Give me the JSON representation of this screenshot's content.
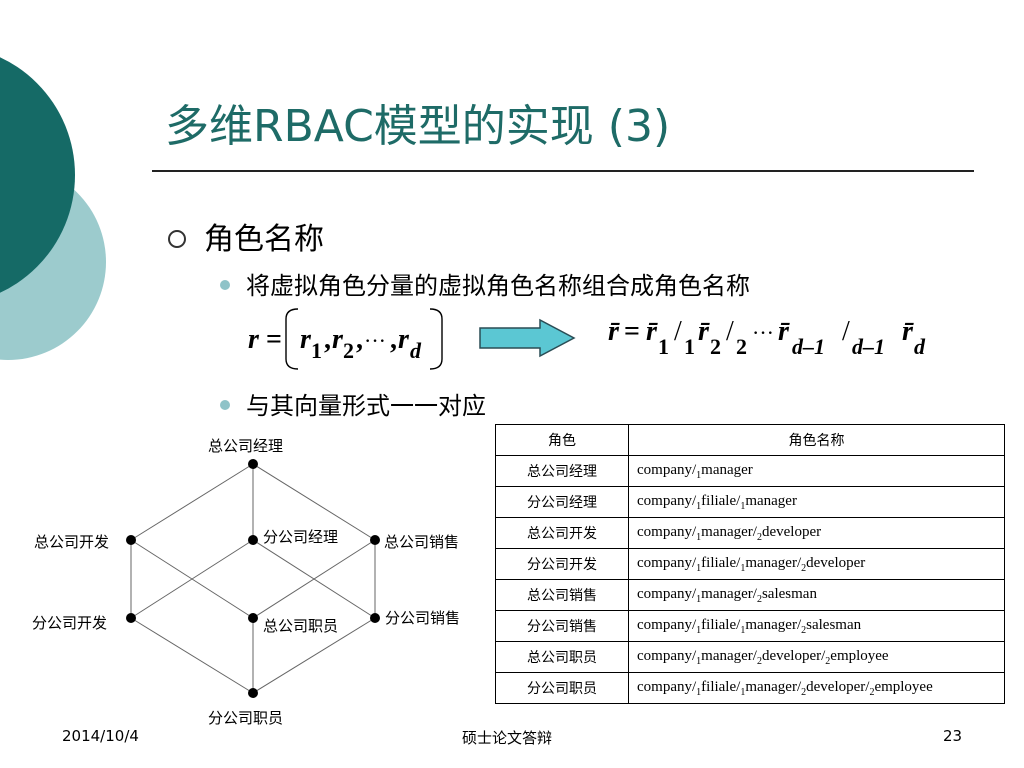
{
  "title": "多维RBAC模型的实现 (3)",
  "bullet_level1": "角色名称",
  "bullet_level2": [
    "将虚拟角色分量的虚拟角色名称组合成角色名称",
    "与其向量形式一一对应"
  ],
  "formula_left": {
    "lhs": "r",
    "eq": "=",
    "components": [
      {
        "base": "r",
        "sub": "1"
      },
      {
        "base": "r",
        "sub": "2"
      },
      {
        "base": "r",
        "sub": "d"
      }
    ],
    "ellipsis": "···"
  },
  "formula_right": {
    "lhs": "r̄",
    "eq": "=",
    "terms": [
      {
        "base": "r̄",
        "sub": "1"
      },
      {
        "base": "r̄",
        "sub": "2"
      },
      {
        "base": "r̄",
        "sub": "d–1"
      },
      {
        "base": "r̄",
        "sub": "d"
      }
    ],
    "separators": [
      {
        "sep": "/",
        "sub": "1"
      },
      {
        "sep": "/",
        "sub": "2"
      },
      {
        "sep": "/",
        "sub": "d–1"
      }
    ],
    "ellipsis": "···"
  },
  "lattice": {
    "nodes": {
      "top": "总公司经理",
      "upper_left": "总公司开发",
      "center_upper": "分公司经理",
      "upper_right": "总公司销售",
      "lower_left": "分公司开发",
      "center_lower": "总公司职员",
      "lower_right": "分公司销售",
      "bottom": "分公司职员"
    }
  },
  "table": {
    "headers": [
      "角色",
      "角色名称"
    ],
    "rows": [
      {
        "role": "总公司经理",
        "name": [
          [
            "company/",
            ""
          ],
          [
            "1",
            "sub"
          ],
          [
            "manager",
            ""
          ]
        ]
      },
      {
        "role": "分公司经理",
        "name": [
          [
            "company/",
            ""
          ],
          [
            "1",
            "sub"
          ],
          [
            "filiale/",
            ""
          ],
          [
            "1",
            "sub"
          ],
          [
            "manager",
            ""
          ]
        ]
      },
      {
        "role": "总公司开发",
        "name": [
          [
            "company/",
            ""
          ],
          [
            "1",
            "sub"
          ],
          [
            "manager/",
            ""
          ],
          [
            "2",
            "sub"
          ],
          [
            "developer",
            ""
          ]
        ]
      },
      {
        "role": "分公司开发",
        "name": [
          [
            "company/",
            ""
          ],
          [
            "1",
            "sub"
          ],
          [
            "filiale/",
            ""
          ],
          [
            "1",
            "sub"
          ],
          [
            "manager/",
            ""
          ],
          [
            "2",
            "sub"
          ],
          [
            "developer",
            ""
          ]
        ]
      },
      {
        "role": "总公司销售",
        "name": [
          [
            "company/",
            ""
          ],
          [
            "1",
            "sub"
          ],
          [
            "manager/",
            ""
          ],
          [
            "2",
            "sub"
          ],
          [
            "salesman",
            ""
          ]
        ]
      },
      {
        "role": "分公司销售",
        "name": [
          [
            "company/",
            ""
          ],
          [
            "1",
            "sub"
          ],
          [
            "filiale/",
            ""
          ],
          [
            "1",
            "sub"
          ],
          [
            "manager/",
            ""
          ],
          [
            "2",
            "sub"
          ],
          [
            "salesman",
            ""
          ]
        ]
      },
      {
        "role": "总公司职员",
        "name": [
          [
            "company/",
            ""
          ],
          [
            "1",
            "sub"
          ],
          [
            "manager/",
            ""
          ],
          [
            "2",
            "sub"
          ],
          [
            "developer/",
            ""
          ],
          [
            "2",
            "sub"
          ],
          [
            "employee",
            ""
          ]
        ]
      },
      {
        "role": "分公司职员",
        "name": [
          [
            "company/",
            ""
          ],
          [
            "1",
            "sub"
          ],
          [
            "filiale/",
            ""
          ],
          [
            "1",
            "sub"
          ],
          [
            "manager/",
            ""
          ],
          [
            "2",
            "sub"
          ],
          [
            "developer/",
            ""
          ],
          [
            "2",
            "sub"
          ],
          [
            "employee",
            ""
          ]
        ]
      }
    ]
  },
  "footer": {
    "date": "2014/10/4",
    "center": "硕士论文答辩",
    "page": "23"
  },
  "colors": {
    "title": "#1e6b67",
    "deco_dark": "#156a66",
    "deco_light": "#9ccbcd",
    "arrow_fill": "#5bc7d3",
    "arrow_stroke": "#2a4d55",
    "bullet_dot": "#8fc3c8"
  }
}
